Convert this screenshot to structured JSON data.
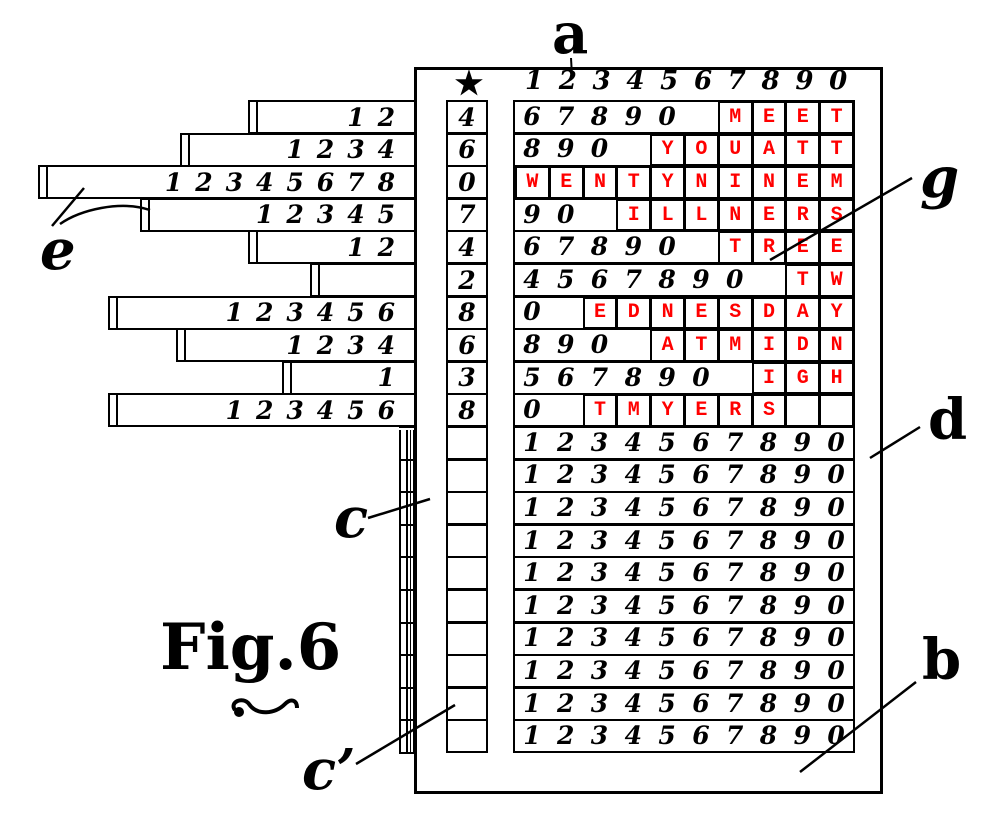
{
  "figure": {
    "title": "Fig.6",
    "description": "Cipher device diagram with sliding strips, key column and message grid"
  },
  "labels": {
    "a": "a",
    "b": "b",
    "c": "c",
    "c_prime": "c’",
    "d": "d",
    "e": "e",
    "g": "g"
  },
  "key_header_symbol": "★",
  "header_digits": [
    "1",
    "2",
    "3",
    "4",
    "5",
    "6",
    "7",
    "8",
    "9",
    "0"
  ],
  "key_column": [
    "4",
    "6",
    "0",
    "7",
    "4",
    "2",
    "8",
    "6",
    "3",
    "8",
    "",
    "",
    "",
    "",
    "",
    "",
    "",
    "",
    "",
    ""
  ],
  "left_strips": [
    {
      "digits": "12"
    },
    {
      "digits": "1234"
    },
    {
      "digits": "12345678"
    },
    {
      "digits": "12345"
    },
    {
      "digits": "12"
    },
    {
      "digits": ""
    },
    {
      "digits": "123456"
    },
    {
      "digits": "1234"
    },
    {
      "digits": "1"
    },
    {
      "digits": "123456"
    }
  ],
  "grid_rows": [
    {
      "digits": "67890",
      "letters": [
        "",
        "",
        "",
        "",
        "",
        "",
        "M",
        "E",
        "E",
        "T"
      ]
    },
    {
      "digits": "890",
      "letters": [
        "",
        "",
        "",
        "",
        "Y",
        "O",
        "U",
        "A",
        "T",
        "T"
      ]
    },
    {
      "digits": "",
      "letters": [
        "W",
        "E",
        "N",
        "T",
        "Y",
        "N",
        "I",
        "N",
        "E",
        "M"
      ]
    },
    {
      "digits": "90",
      "letters": [
        "",
        "",
        "",
        "I",
        "L",
        "L",
        "N",
        "E",
        "R",
        "S"
      ]
    },
    {
      "digits": "67890",
      "letters": [
        "",
        "",
        "",
        "",
        "",
        "",
        "T",
        "R",
        "E",
        "E"
      ]
    },
    {
      "digits": "4567890",
      "letters": [
        "",
        "",
        "",
        "",
        "",
        "",
        "",
        "",
        "T",
        "W"
      ]
    },
    {
      "digits": "0",
      "letters": [
        "",
        "",
        "E",
        "D",
        "N",
        "E",
        "S",
        "D",
        "A",
        "Y"
      ]
    },
    {
      "digits": "890",
      "letters": [
        "",
        "",
        "",
        "",
        "A",
        "T",
        "M",
        "I",
        "D",
        "N"
      ]
    },
    {
      "digits": "567890",
      "letters": [
        "",
        "",
        "",
        "",
        "",
        "",
        "",
        "I",
        "G",
        "H"
      ]
    },
    {
      "digits": "0",
      "letters": [
        "",
        "",
        "T",
        "M",
        "Y",
        "E",
        "R",
        "S",
        "",
        ""
      ]
    },
    {
      "digits": "1234567890",
      "letters": []
    },
    {
      "digits": "1234567890",
      "letters": []
    },
    {
      "digits": "1234567890",
      "letters": []
    },
    {
      "digits": "1234567890",
      "letters": []
    },
    {
      "digits": "1234567890",
      "letters": []
    },
    {
      "digits": "1234567890",
      "letters": []
    },
    {
      "digits": "1234567890",
      "letters": []
    },
    {
      "digits": "1234567890",
      "letters": []
    },
    {
      "digits": "1234567890",
      "letters": []
    },
    {
      "digits": "1234567890",
      "letters": []
    }
  ],
  "colors": {
    "ink": "#000000",
    "cipher_letters": "#ff0000",
    "paper": "#ffffff"
  }
}
